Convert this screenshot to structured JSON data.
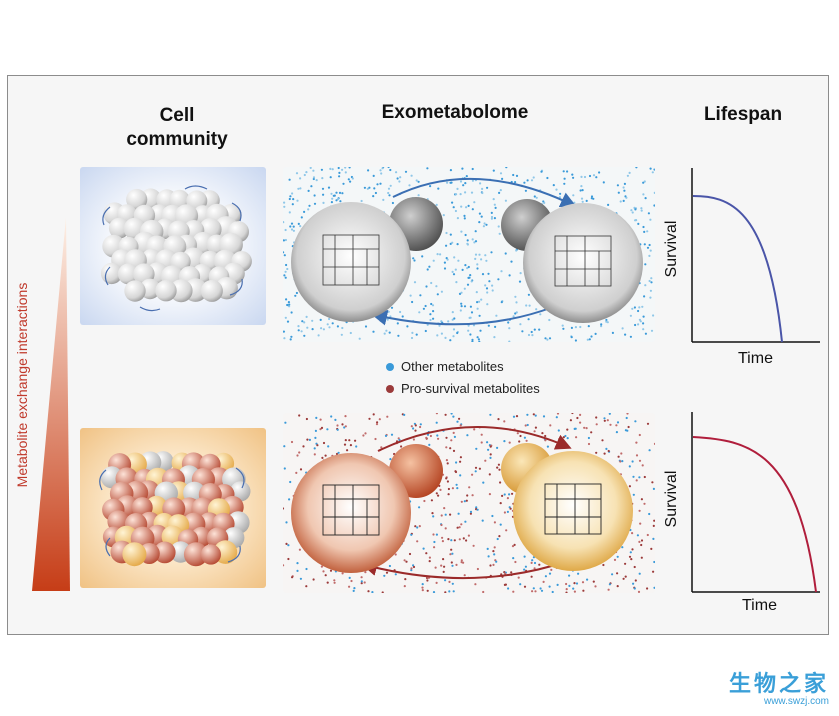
{
  "headers": {
    "cell_community": "Cell\ncommunity",
    "exometabolome": "Exometabolome",
    "lifespan": "Lifespan"
  },
  "side_label": "Metabolite exchange interactions",
  "legend": {
    "other": {
      "label": "Other metabolites",
      "color": "#3a9ad9"
    },
    "pro": {
      "label": "Pro-survival metabolites",
      "color": "#9b3a3a"
    }
  },
  "plots": {
    "top": {
      "ylabel": "Survival",
      "xlabel": "Time",
      "curve_color": "#4a55a8"
    },
    "bottom": {
      "ylabel": "Survival",
      "xlabel": "Time",
      "curve_color": "#b01e3c"
    }
  },
  "colors": {
    "gradient_top": "#fbe3d2",
    "gradient_bottom": "#c8411b",
    "top_panel_bg": "#c9d7f0",
    "bottom_panel_bg": "#f2c98c",
    "arrow_top": "#3b6fb3",
    "arrow_bottom": "#9b2a2a"
  },
  "watermark": {
    "title": "生物之家",
    "url": "www.swzj.com"
  }
}
